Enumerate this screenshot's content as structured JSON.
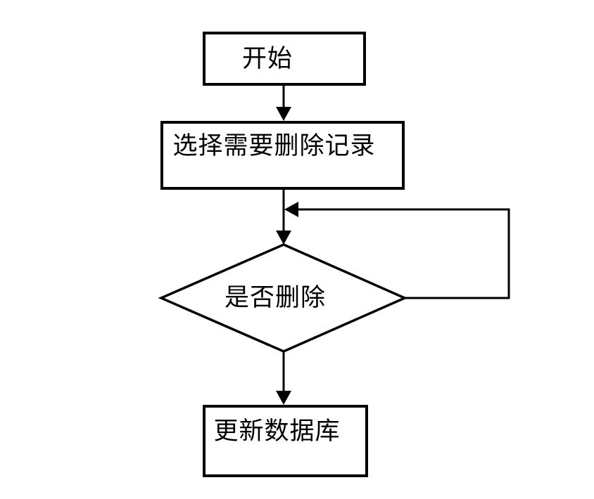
{
  "flowchart": {
    "background_color": "#ffffff",
    "line_color": "#000000",
    "text_color": "#000000",
    "nodes": {
      "start": {
        "label": "开始",
        "shape": "rectangle"
      },
      "select": {
        "label": "选择需要删除记录",
        "shape": "rectangle"
      },
      "decision": {
        "label": "是否删除",
        "shape": "diamond"
      },
      "update": {
        "label": "更新数据库",
        "shape": "rectangle"
      }
    },
    "edges": [
      {
        "from": "start",
        "to": "select"
      },
      {
        "from": "select",
        "to": "decision"
      },
      {
        "from": "decision",
        "to": "select-decision-connector",
        "kind": "loop-back-right"
      },
      {
        "from": "decision",
        "to": "update"
      }
    ]
  }
}
